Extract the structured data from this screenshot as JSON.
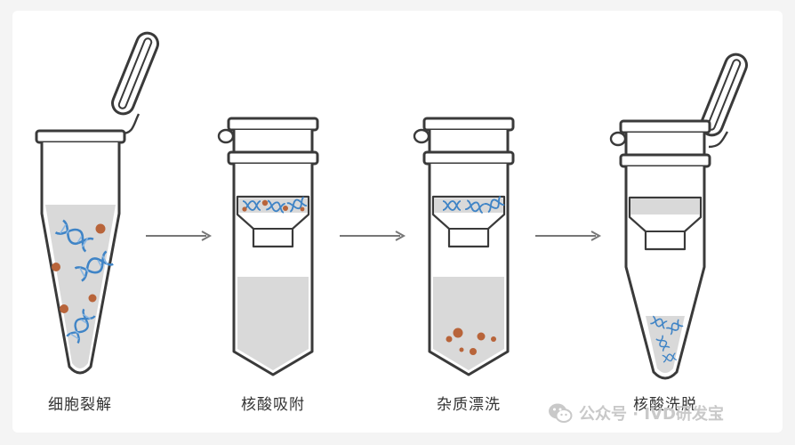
{
  "steps": [
    {
      "label": "细胞裂解"
    },
    {
      "label": "核酸吸附"
    },
    {
      "label": "杂质漂洗"
    },
    {
      "label": "核酸洗脱"
    }
  ],
  "watermark": {
    "text": "公众号 · IVD研发宝"
  },
  "colors": {
    "outline": "#3a3a3a",
    "liquid": "#d9d9d9",
    "dna_blue": "#3f84c6",
    "impurity": "#b8643a",
    "arrow": "#777777"
  }
}
